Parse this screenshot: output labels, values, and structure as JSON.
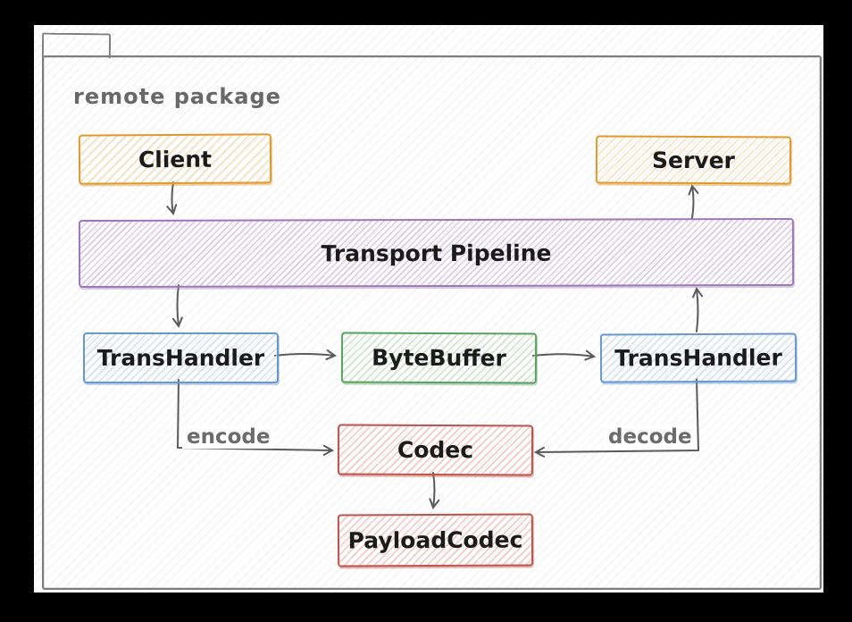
{
  "diagram": {
    "package_label": "remote package",
    "nodes": [
      {
        "id": "client",
        "label": "Client",
        "color": "#e0992f"
      },
      {
        "id": "server",
        "label": "Server",
        "color": "#e0992f"
      },
      {
        "id": "transport-pipeline",
        "label": "Transport Pipeline",
        "color": "#9e77b8"
      },
      {
        "id": "trans-handler-left",
        "label": "TransHandler",
        "color": "#6a97cf"
      },
      {
        "id": "byte-buffer",
        "label": "ByteBuffer",
        "color": "#58a15c"
      },
      {
        "id": "trans-handler-right",
        "label": "TransHandler",
        "color": "#6a97cf"
      },
      {
        "id": "codec",
        "label": "Codec",
        "color": "#c1514b"
      },
      {
        "id": "payload-codec",
        "label": "PayloadCodec",
        "color": "#c1514b"
      }
    ],
    "edges": [
      {
        "from": "client",
        "to": "transport-pipeline",
        "label": ""
      },
      {
        "from": "transport-pipeline",
        "to": "trans-handler-left",
        "label": ""
      },
      {
        "from": "trans-handler-left",
        "to": "byte-buffer",
        "label": ""
      },
      {
        "from": "byte-buffer",
        "to": "trans-handler-right",
        "label": ""
      },
      {
        "from": "trans-handler-right",
        "to": "transport-pipeline",
        "label": ""
      },
      {
        "from": "transport-pipeline",
        "to": "server",
        "label": ""
      },
      {
        "from": "trans-handler-left",
        "to": "codec",
        "label": "encode"
      },
      {
        "from": "trans-handler-right",
        "to": "codec",
        "label": "decode"
      },
      {
        "from": "codec",
        "to": "payload-codec",
        "label": ""
      }
    ],
    "colors": {
      "frame_bg": "#000000",
      "canvas_bg": "#ffffff",
      "package_border": "#7d7d7d",
      "gray_text": "#686868",
      "arrow": "#5a5a5a",
      "node_text": "#1b1b1b"
    }
  }
}
